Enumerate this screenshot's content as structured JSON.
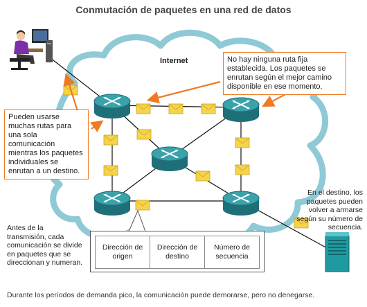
{
  "title": "Conmutación de paquetes en una red de datos",
  "cloud_label": "Internet",
  "callouts": {
    "no_fixed_route": "No hay ninguna ruta fija establecida. Los paquetes se enrutan según el mejor camino disponible en ese momento.",
    "many_routes": "Pueden usarse muchas rutas para una sola comunicación mientras los paquetes individuales se enrutan a un destino."
  },
  "notes": {
    "destination": "En el destino, los paquetes pueden volver a armarse según su número de secuencia.",
    "transmission": "Antes de la transmisión, cada comunicación se divide en paquetes que se direccionan y numeran."
  },
  "packet_header": {
    "fields": [
      "Dirección de origen",
      "Dirección de destino",
      "Número de secuencia"
    ]
  },
  "footer": "Durante los períodos de demanda pico, la comunicación puede demorarse, pero no denegarse.",
  "colors": {
    "cloud_fill": "#ffffff",
    "cloud_stroke": "#8fc9d6",
    "callout_border": "#f07a24",
    "arrow": "#f07a24",
    "router": "#2f8a93",
    "envelope": "#f6d34a",
    "server": "#1f9aa0"
  },
  "icons": [
    "workstation-user-icon",
    "router-icon",
    "envelope-packet-icon",
    "server-icon"
  ]
}
